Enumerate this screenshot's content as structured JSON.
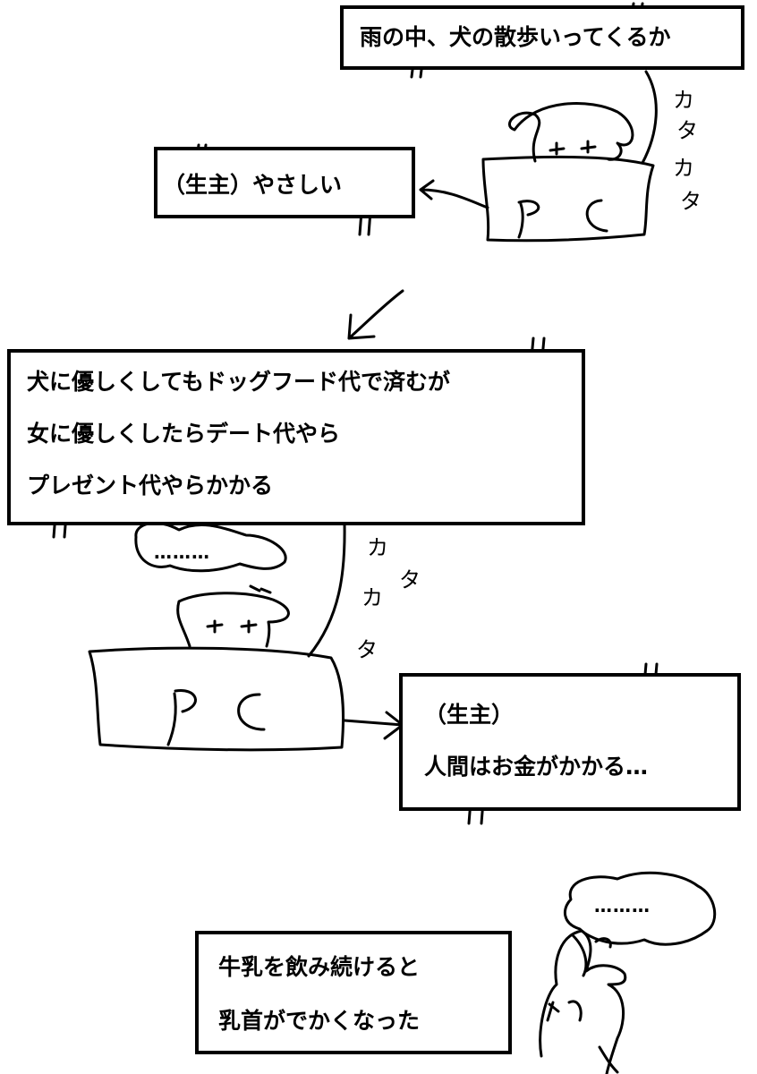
{
  "panel1": {
    "speech": "雨の中、犬の散歩いってくるか",
    "reply": "（生主）やさしい",
    "pc_label": "P C",
    "typing": [
      "カ",
      "タ",
      "カ",
      "タ"
    ]
  },
  "panel2": {
    "speech_lines": [
      "犬に優しくしてもドッグフード代で済むが",
      "女に優しくしたらデート代やら",
      "プレゼント代やらかかる"
    ],
    "thought": "………",
    "pc_label": "P C",
    "typing": [
      "カ",
      "タ",
      "カ",
      "タ"
    ],
    "reply_lines": [
      "（生主）",
      "人間はお金がかかる…"
    ]
  },
  "panel3": {
    "speech_lines": [
      "牛乳を飲み続けると",
      "乳首がでかくなった"
    ],
    "thought": "………"
  }
}
